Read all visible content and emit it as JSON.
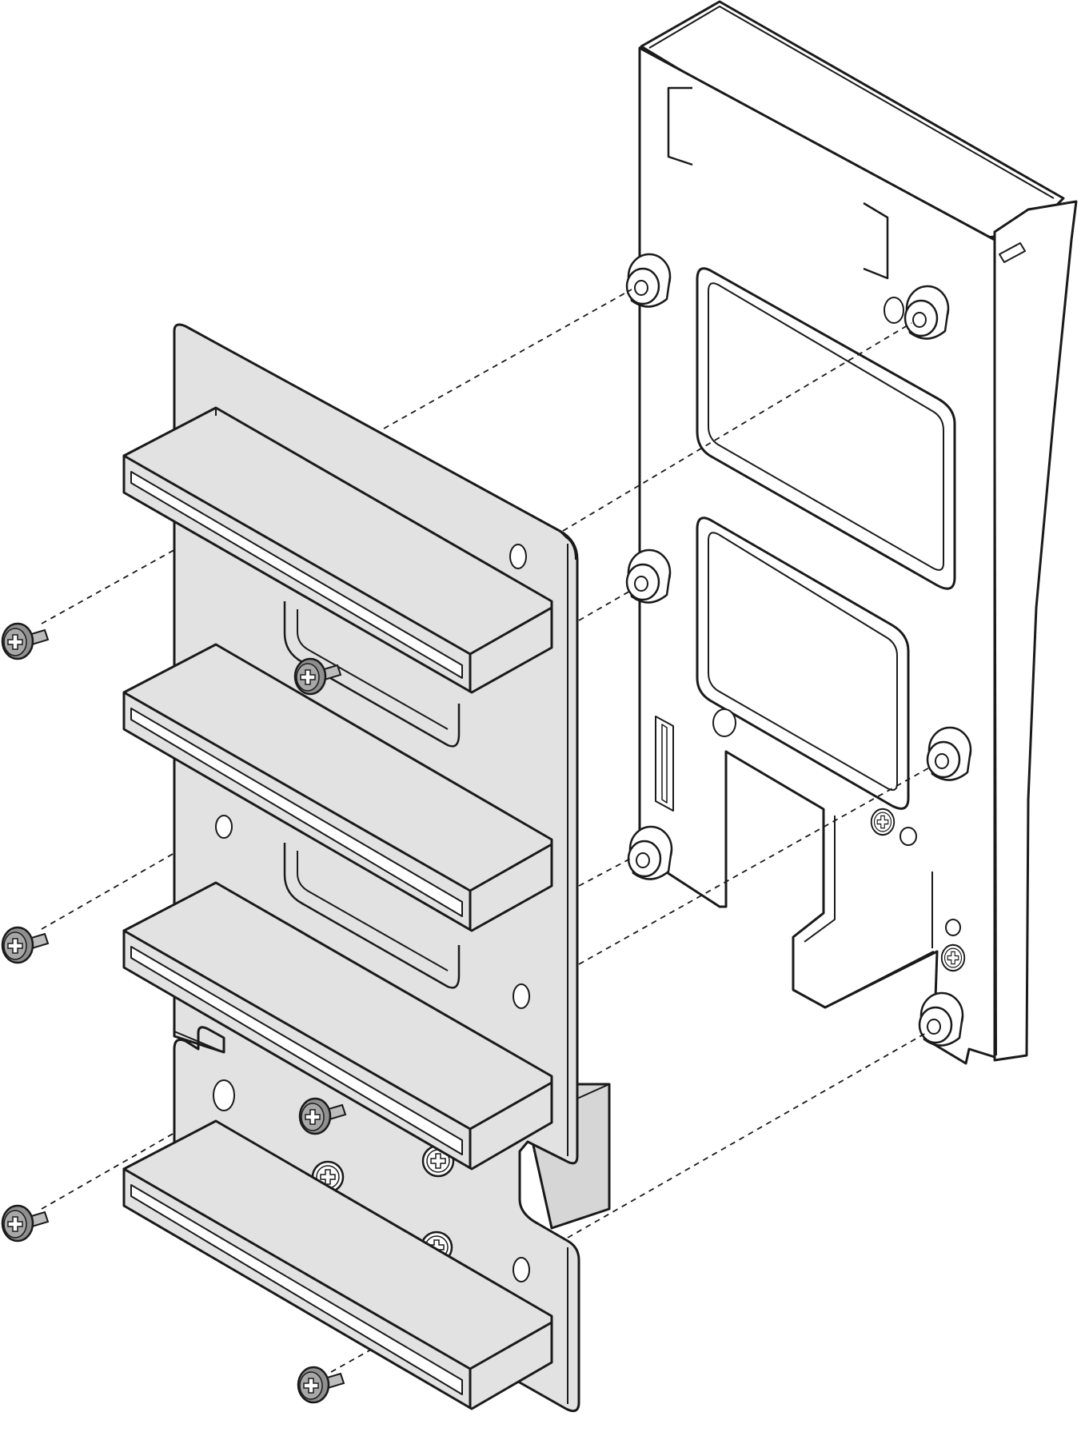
{
  "figure": {
    "colors": {
      "line": "#1a1a1a",
      "board_fill": "#e2e2e2",
      "bracket_fill": "#ffffff",
      "screw_fill": "#9a9a9a",
      "guide_line": "#1a1a1a"
    },
    "parts": {
      "bracket": "riser-bracket",
      "board": "riser-card",
      "slots": 4,
      "standoffs": 6,
      "screws": 6
    },
    "icons": [
      "phillips-screw-icon",
      "standoff-icon",
      "slot-connector-icon"
    ]
  }
}
